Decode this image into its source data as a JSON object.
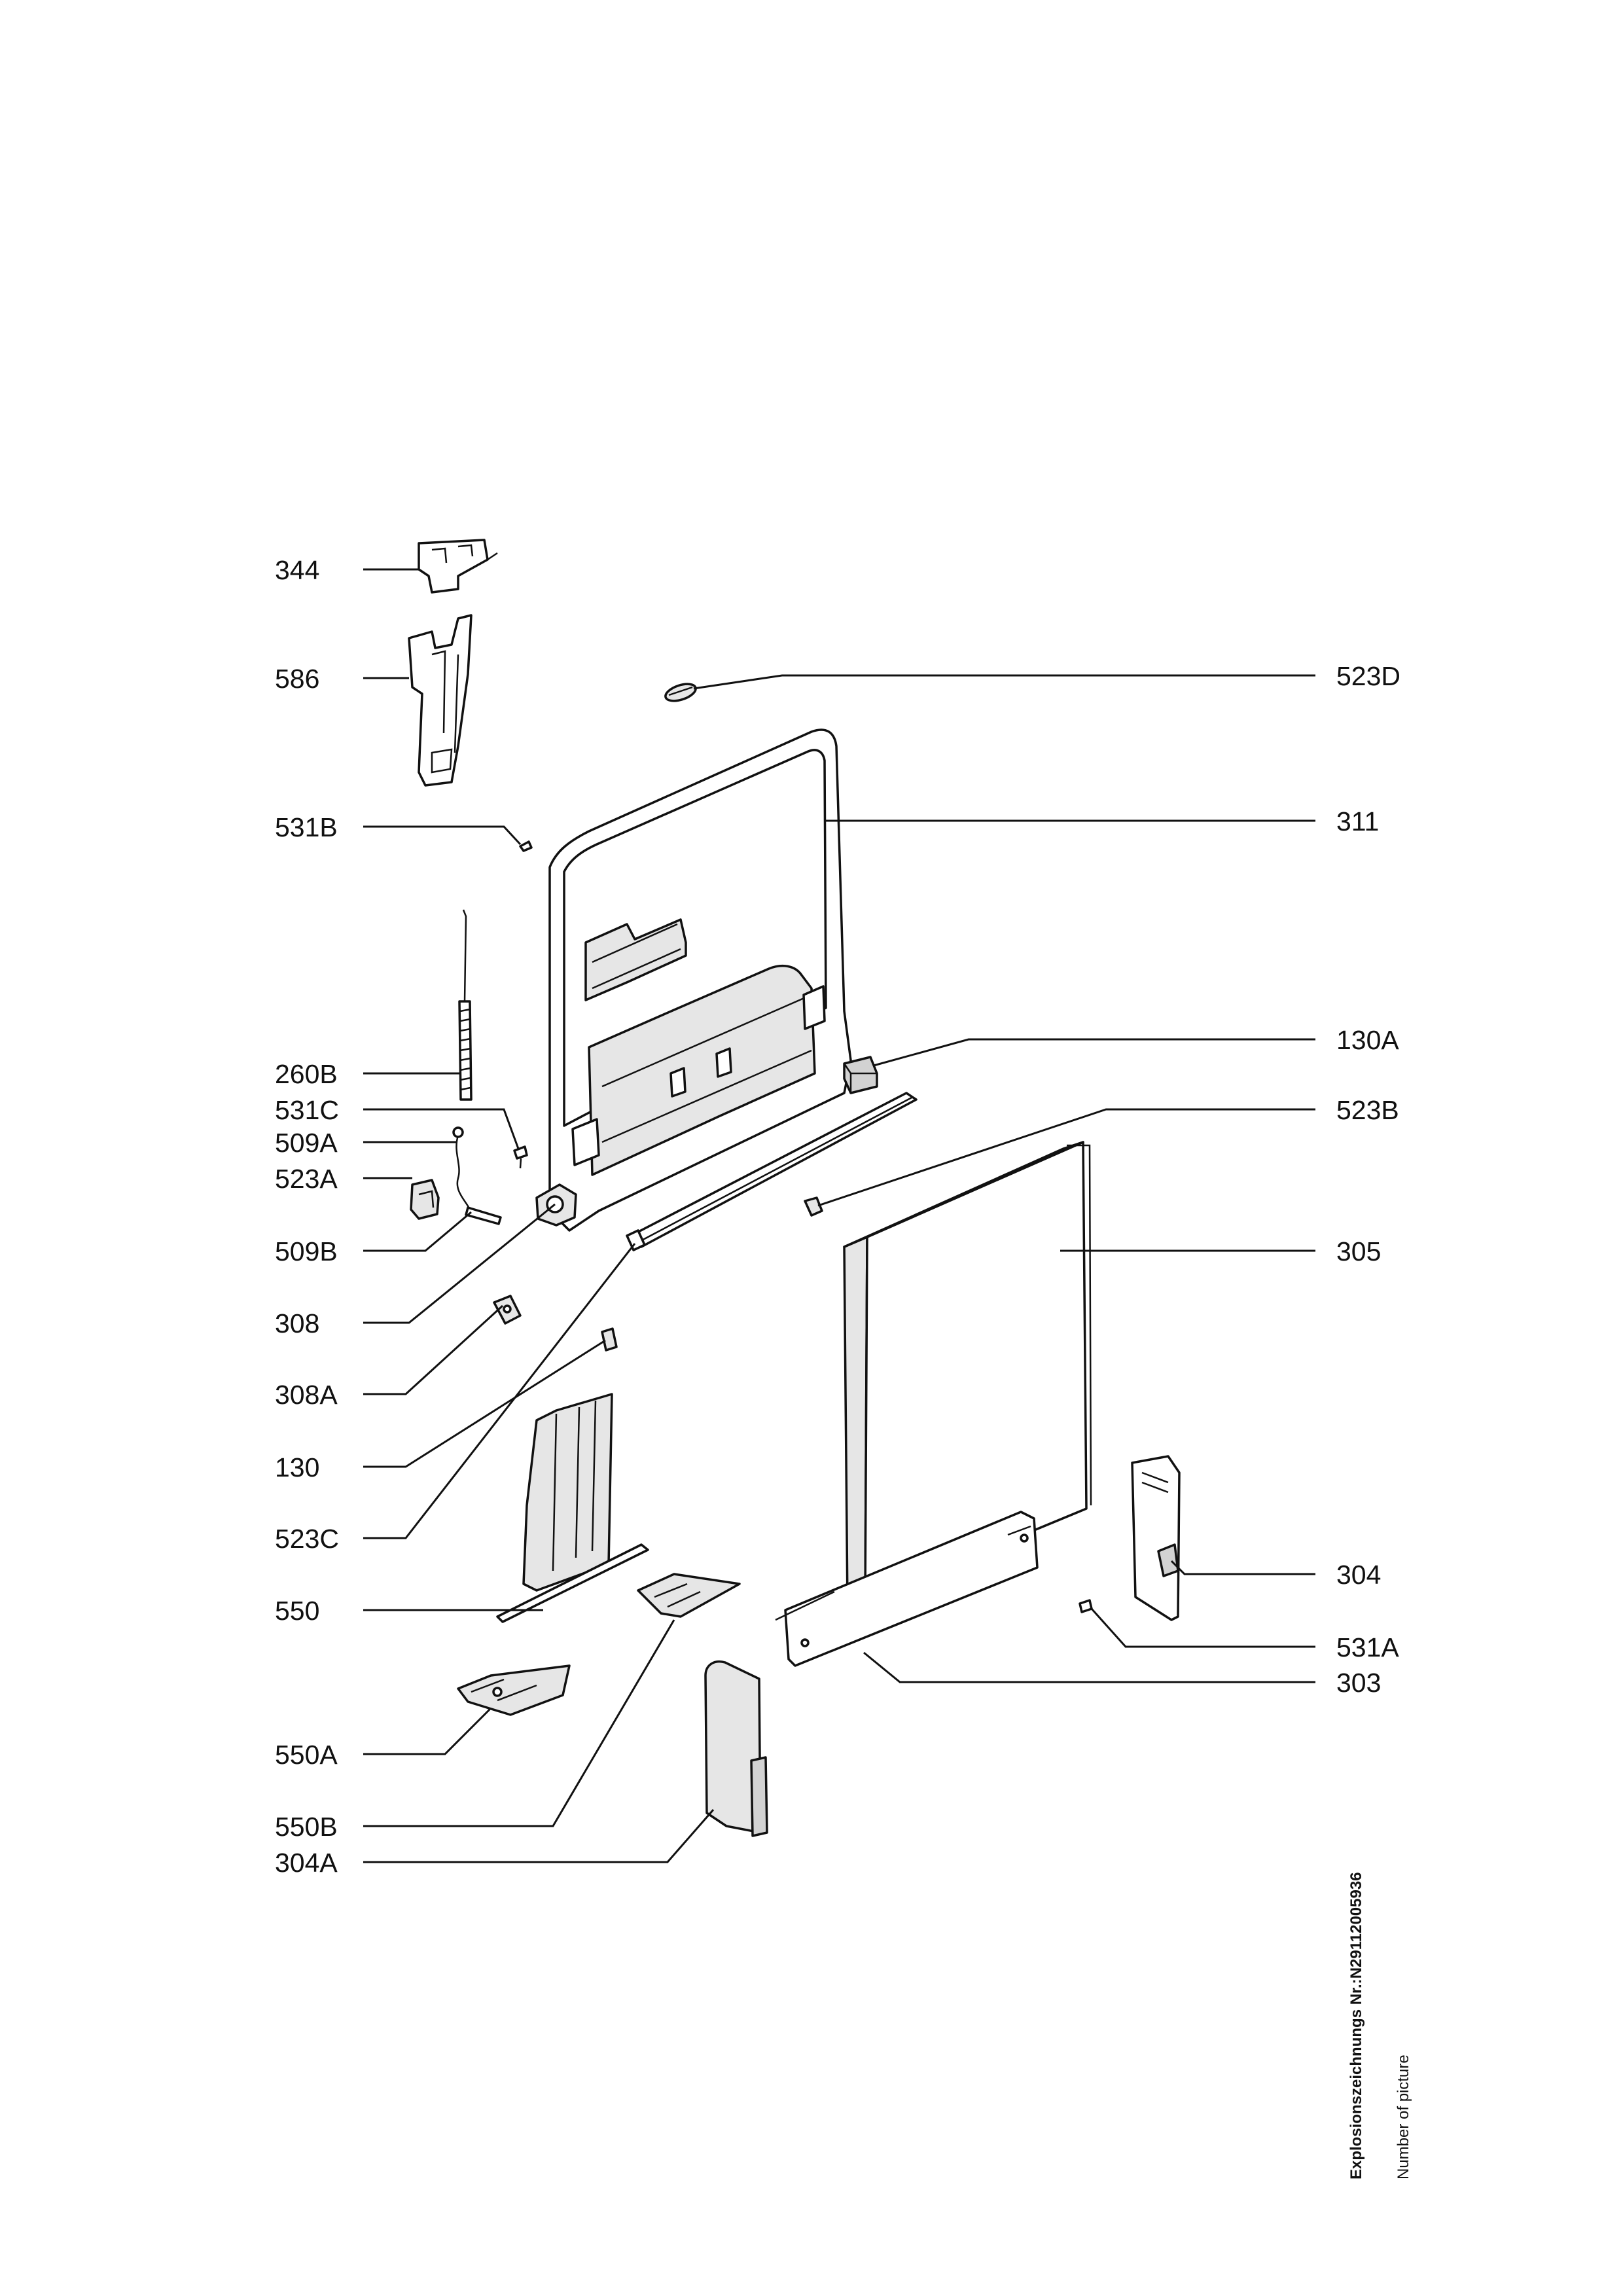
{
  "labels_left": [
    "344",
    "586",
    "531B",
    "260B",
    "531C",
    "509A",
    "523A",
    "509B",
    "308",
    "308A",
    "130",
    "523C",
    "550",
    "550A",
    "550B",
    "304A"
  ],
  "labels_right": [
    "523D",
    "311",
    "130A",
    "523B",
    "305",
    "304",
    "531A",
    "303"
  ],
  "caption": {
    "title": "Explosionszeichnungs Nr.:N29112005936",
    "subtitle": "Number of picture"
  }
}
